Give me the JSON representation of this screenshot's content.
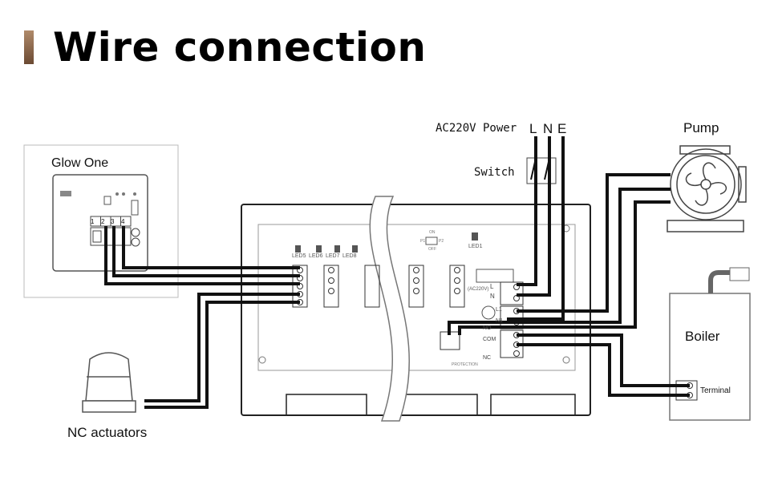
{
  "title": "Wire connection",
  "labels": {
    "thermostat": "Glow One",
    "power": "AC220V Power",
    "power_lines": [
      "L",
      "N",
      "E"
    ],
    "switch": "Switch",
    "pump": "Pump",
    "boiler": "Boiler",
    "terminal": "Terminal",
    "actuators": "NC actuators"
  },
  "board": {
    "led_labels": [
      "LED5",
      "LED6",
      "LED7",
      "LED8"
    ],
    "led1": "LED1",
    "switch_on": "ON",
    "switch_off": "OFF",
    "p1": "P1",
    "p2": "P2",
    "ac_label": "(AC220V)",
    "pwr_terms": [
      "L",
      "N"
    ],
    "l1": "L1",
    "n1": "N1",
    "no": "NO",
    "com": "COM",
    "nc": "NC",
    "protection": "PROTECTION"
  },
  "thermostat_terminals": [
    "1",
    "2",
    "3",
    "4"
  ],
  "colors": {
    "accent": "#8b6a50",
    "wire": "#111111",
    "board_border": "#222222"
  }
}
